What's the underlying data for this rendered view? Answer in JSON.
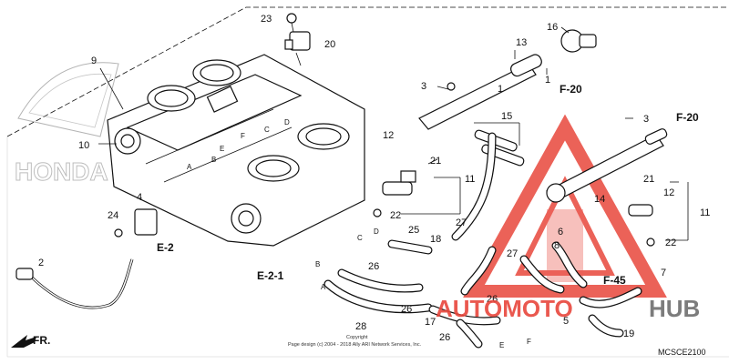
{
  "diagram": {
    "code": "MCSCE2100",
    "copyright_line1": "Copyright",
    "copyright_line2": "Page design (c) 2004 - 2018 Ally ARI Network Services, Inc.",
    "brand_text": "HONDA",
    "watermark": {
      "text_auto": "AUTOMOTO",
      "text_hub": "HUB",
      "color_red": "#e8473c",
      "color_gray": "#6e6e6e"
    },
    "section_refs": [
      "E-2",
      "E-2-1"
    ],
    "frame_refs": [
      "F-20",
      "F-20",
      "F-45"
    ],
    "direction_label": "FR.",
    "callouts": [
      "1",
      "1",
      "2",
      "3",
      "3",
      "4",
      "5",
      "6",
      "7",
      "8",
      "9",
      "10",
      "11",
      "11",
      "12",
      "12",
      "13",
      "14",
      "15",
      "16",
      "17",
      "18",
      "19",
      "20",
      "21",
      "21",
      "22",
      "22",
      "23",
      "24",
      "25",
      "26",
      "26",
      "26",
      "26",
      "27",
      "27",
      "28"
    ],
    "letters": [
      "A",
      "B",
      "C",
      "D",
      "E",
      "F",
      "A",
      "B",
      "C",
      "D",
      "E",
      "F"
    ]
  }
}
